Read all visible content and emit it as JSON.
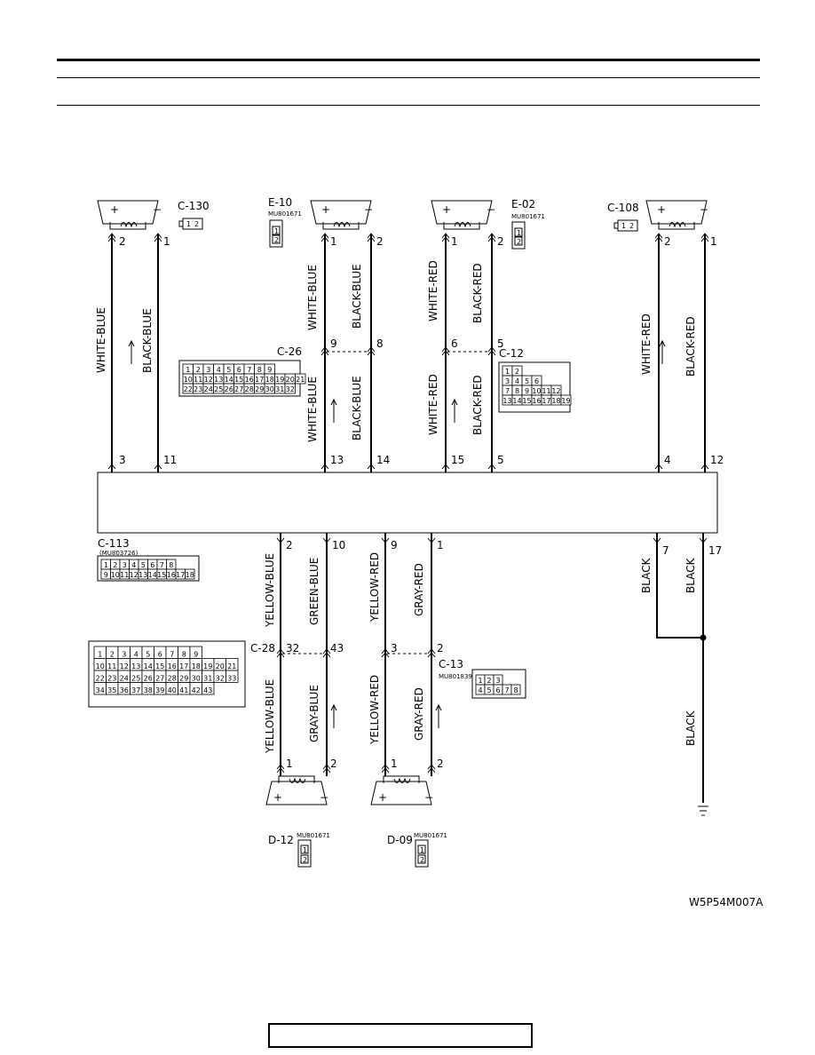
{
  "connectors_top": [
    {
      "name": "C-130",
      "part": "",
      "pins": [
        "1",
        "2"
      ]
    },
    {
      "name": "E-10",
      "part": "MU801671",
      "pins": [
        "1",
        "2"
      ]
    },
    {
      "name": "E-02",
      "part": "MU801671",
      "pins": [
        "1",
        "2"
      ]
    },
    {
      "name": "C-108",
      "part": "",
      "pins": [
        "1",
        "2"
      ]
    }
  ],
  "speaker_top": [
    {
      "plus": "+",
      "minus": "−",
      "left_pin": "2",
      "right_pin": "1"
    },
    {
      "plus": "+",
      "minus": "−",
      "left_pin": "1",
      "right_pin": "2"
    },
    {
      "plus": "+",
      "minus": "−",
      "left_pin": "1",
      "right_pin": "2"
    },
    {
      "plus": "+",
      "minus": "−",
      "left_pin": "2",
      "right_pin": "1"
    }
  ],
  "wires_top": [
    {
      "a": "WHITE-BLUE",
      "b": "BLACK-BLUE"
    },
    {
      "a": "WHITE-BLUE",
      "b": "BLACK-BLUE",
      "a2": "WHITE-BLUE",
      "b2": "BLACK-BLUE"
    },
    {
      "a": "WHITE-RED",
      "b": "BLACK-RED",
      "a2": "WHITE-RED",
      "b2": "BLACK-RED"
    },
    {
      "a": "WHITE-RED",
      "b": "BLACK-RED"
    }
  ],
  "junctions_top": [
    {
      "name": "C-26",
      "left": "9",
      "right": "8"
    },
    {
      "name": "C-12",
      "left": "6",
      "right": "5"
    }
  ],
  "unit_pins_top": [
    "3",
    "11",
    "13",
    "14",
    "15",
    "5",
    "4",
    "12"
  ],
  "unit_pins_bottom": [
    "2",
    "10",
    "9",
    "1",
    "7",
    "17"
  ],
  "connector_c113": {
    "name": "C-113",
    "part": "(MU803726)",
    "row1": [
      "1",
      "2",
      "3",
      "4",
      "5",
      "6",
      "7",
      "8"
    ],
    "row2": [
      "9",
      "10",
      "11",
      "12",
      "13",
      "14",
      "15",
      "16",
      "17",
      "18"
    ]
  },
  "connector_c26": {
    "row1": [
      "1",
      "2",
      "3",
      "4",
      "5",
      "6",
      "7",
      "8",
      "9"
    ],
    "row2": [
      "10",
      "11",
      "12",
      "13",
      "14",
      "15",
      "16",
      "17",
      "18",
      "19",
      "20",
      "21"
    ],
    "row3": [
      "22",
      "23",
      "24",
      "25",
      "26",
      "27",
      "28",
      "29",
      "30",
      "31",
      "32"
    ]
  },
  "connector_c12": {
    "row1": [
      "1",
      "2"
    ],
    "row2": [
      "3",
      "4",
      "5",
      "6"
    ],
    "row3": [
      "7",
      "8",
      "9",
      "10",
      "11",
      "12"
    ],
    "row4": [
      "13",
      "14",
      "15",
      "16",
      "17",
      "18",
      "19"
    ]
  },
  "connector_c28": {
    "name": "C-28",
    "row1": [
      "1",
      "2",
      "3",
      "4",
      "5",
      "6",
      "7",
      "8",
      "9"
    ],
    "row2": [
      "10",
      "11",
      "12",
      "13",
      "14",
      "15",
      "16",
      "17",
      "18",
      "19",
      "20",
      "21"
    ],
    "row3": [
      "22",
      "23",
      "24",
      "25",
      "26",
      "27",
      "28",
      "29",
      "30",
      "31",
      "32",
      "33"
    ],
    "row4": [
      "34",
      "35",
      "36",
      "37",
      "38",
      "39",
      "40",
      "41",
      "42",
      "43"
    ]
  },
  "wires_bottom": [
    {
      "a": "YELLOW-BLUE",
      "b": "GREEN-BLUE",
      "a2": "YELLOW-BLUE",
      "b2": "GRAY-BLUE"
    },
    {
      "a": "YELLOW-RED",
      "b": "GRAY-RED",
      "a2": "YELLOW-RED",
      "b2": "GRAY-RED"
    },
    {
      "a": "BLACK",
      "b": "BLACK",
      "c": "BLACK"
    }
  ],
  "junctions_bottom": [
    {
      "name": "C-28",
      "left": "32",
      "right": "43"
    },
    {
      "name": "C-13",
      "left": "3",
      "right": "2",
      "part": "MU801839"
    }
  ],
  "connector_c13": {
    "row1": [
      "1",
      "2",
      "3"
    ],
    "row2": [
      "4",
      "5",
      "6",
      "7",
      "8"
    ]
  },
  "speaker_bottom": [
    {
      "left_pin": "1",
      "right_pin": "2",
      "plus": "+",
      "minus": "−"
    },
    {
      "left_pin": "1",
      "right_pin": "2",
      "plus": "+",
      "minus": "−"
    }
  ],
  "connectors_bottom": [
    {
      "name": "D-12",
      "part": "MU801671",
      "pins": [
        "1",
        "2"
      ]
    },
    {
      "name": "D-09",
      "part": "MU801671",
      "pins": [
        "1",
        "2"
      ]
    }
  ],
  "figure_code": "W5P54M007A"
}
